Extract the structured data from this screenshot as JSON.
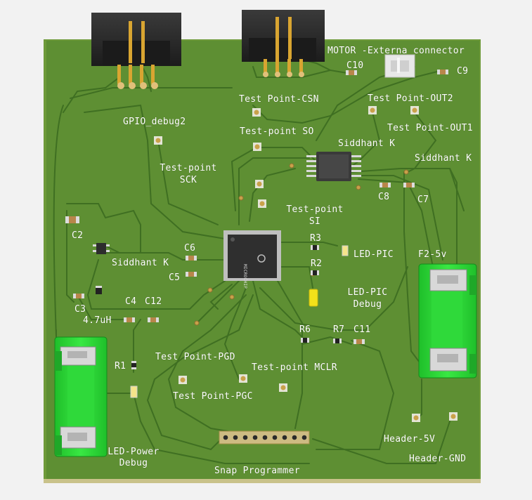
{
  "board": {
    "colors": {
      "pcb": "#5e8f33",
      "pcb_edge": "#6e9e3c",
      "trace": "#3f6f22",
      "silk": "#ffffff",
      "pad_gold": "#c9a14a",
      "header_black": "#2a2a2a",
      "battery_green": "#27d632",
      "ic_body": "#3a3a3a",
      "led_yellow": "#f3e21a",
      "background": "#f2f2f2"
    },
    "labels": {
      "motor_connector": "MOTOR -Externa connector",
      "c10": "C10",
      "c9": "C9",
      "tp_csn": "Test Point-CSN",
      "tp_out2": "Test Point-OUT2",
      "tp_out1": "Test Point-OUT1",
      "gpio_debug2": "GPIO_debug2",
      "tp_so": "Test-point SO",
      "siddhant_k_1": "Siddhant K",
      "siddhant_k_2": "Siddhant K",
      "tp_sck_1": "Test-point",
      "tp_sck_2": "SCK",
      "c8": "C8",
      "c7": "C7",
      "tp_si_1": "Test-point",
      "tp_si_2": "SI",
      "c2": "C2",
      "c6": "C6",
      "r3": "R3",
      "led_pic": "LED-PIC",
      "f2_5v": "F2-5v",
      "siddhant_k_3": "Siddhant K",
      "c5": "C5",
      "r2": "R2",
      "c3": "C3",
      "c4": "C4",
      "c12": "C12",
      "led_pic_debug_1": "LED-PIC",
      "led_pic_debug_2": "Debug",
      "inductor": "4.7uH",
      "r6": "R6",
      "r7": "R7",
      "c11": "C11",
      "r1": "R1",
      "tp_pgd": "Test Point-PGD",
      "tp_mclr": "Test-point MCLR",
      "tp_pgc": "Test Point-PGC",
      "header_5v": "Header-5V",
      "led_power_1": "LED-Power",
      "led_power_2": "Debug",
      "header_gnd": "Header-GND",
      "snap_programmer": "Snap Programmer",
      "mcu_marking": "MICROCHIP"
    }
  }
}
